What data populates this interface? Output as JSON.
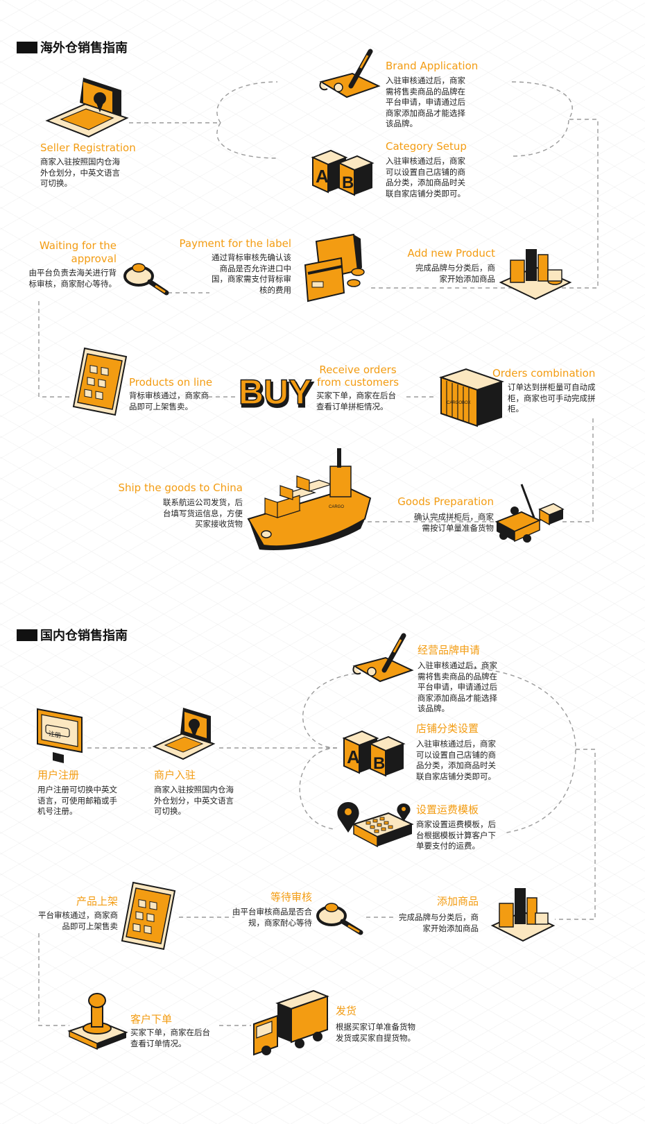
{
  "overseas": {
    "heading": "海外仓销售指南",
    "steps": {
      "seller_registration": {
        "title": "Seller Registration",
        "desc": "商家入驻按照国内仓海外仓划分，中英文语言可切换。"
      },
      "brand_application": {
        "title": "Brand Application",
        "desc": "入驻审核通过后，商家需将售卖商品的品牌在平台申请，申请通过后商家添加商品才能选择该品牌。"
      },
      "category_setup": {
        "title": "Category Setup",
        "desc": "入驻审核通过后，商家可以设置自己店铺的商品分类，添加商品时关联自家店铺分类即可。"
      },
      "waiting_approval": {
        "title": "Waiting for the approval",
        "desc": "由平台负责去海关进行背标审核，商家耐心等待。"
      },
      "payment_label": {
        "title": "Payment for the label",
        "desc": "通过背标审核先确认该商品是否允许进口中国，商家需支付背标审核的费用"
      },
      "add_product": {
        "title": "Add new Product",
        "desc": "完成品牌与分类后，商家开始添加商品"
      },
      "products_online": {
        "title": "Products on line",
        "desc": "背标审核通过，商家商品即可上架售卖。"
      },
      "receive_orders": {
        "title": "Receive orders from customers",
        "desc": "买家下单，商家在后台查看订单拼柜情况。"
      },
      "orders_combination": {
        "title": "Orders combination",
        "desc": "订单达到拼柜量可自动成柜，商家也可手动完成拼柜。"
      },
      "ship_goods": {
        "title": "Ship the goods to China",
        "desc": "联系航运公司发货，后台填写货运信息，方便买家接收货物"
      },
      "goods_preparation": {
        "title": "Goods Preparation",
        "desc": "确认完成拼柜后，商家需按订单量准备货物"
      }
    }
  },
  "domestic": {
    "heading": "国内仓销售指南",
    "steps": {
      "user_register": {
        "title": "用户注册",
        "desc": "用户注册可切换中英文语言，可使用邮箱或手机号注册。"
      },
      "merchant_join": {
        "title": "商户入驻",
        "desc": "商家入驻按照国内仓海外仓划分，中英文语言可切换。"
      },
      "brand_apply": {
        "title": "经营品牌申请",
        "desc": "入驻审核通过后，商家需将售卖商品的品牌在平台申请，申请通过后商家添加商品才能选择该品牌。"
      },
      "category_setup": {
        "title": "店铺分类设置",
        "desc": "入驻审核通过后，商家可以设置自己店铺的商品分类，添加商品时关联自家店铺分类即可。"
      },
      "shipping_template": {
        "title": "设置运费模板",
        "desc": "商家设置运费模板，后台根据模板计算客户下单要支付的运费。"
      },
      "products_online": {
        "title": "产品上架",
        "desc": "平台审核通过，商家商品即可上架售卖"
      },
      "waiting_review": {
        "title": "等待审核",
        "desc": "由平台审核商品是否合规，商家耐心等待"
      },
      "add_product": {
        "title": "添加商品",
        "desc": "完成品牌与分类后，商家开始添加商品"
      },
      "customer_order": {
        "title": "客户下单",
        "desc": "买家下单，商家在后台查看订单情况。"
      },
      "ship": {
        "title": "发货",
        "desc": "根据买家订单准备货物发货或买家自提货物。"
      }
    }
  },
  "icon_labels": {
    "register_screen": "注册",
    "container_brand": "CARGOBOX",
    "ship_brand": "CARGO",
    "buy_word": "BUY",
    "ab_letters": "AB"
  },
  "colors": {
    "accent": "#f39c12",
    "dark": "#1a1a1a",
    "light": "#fbe7c0",
    "connector": "#9a9a9a"
  }
}
